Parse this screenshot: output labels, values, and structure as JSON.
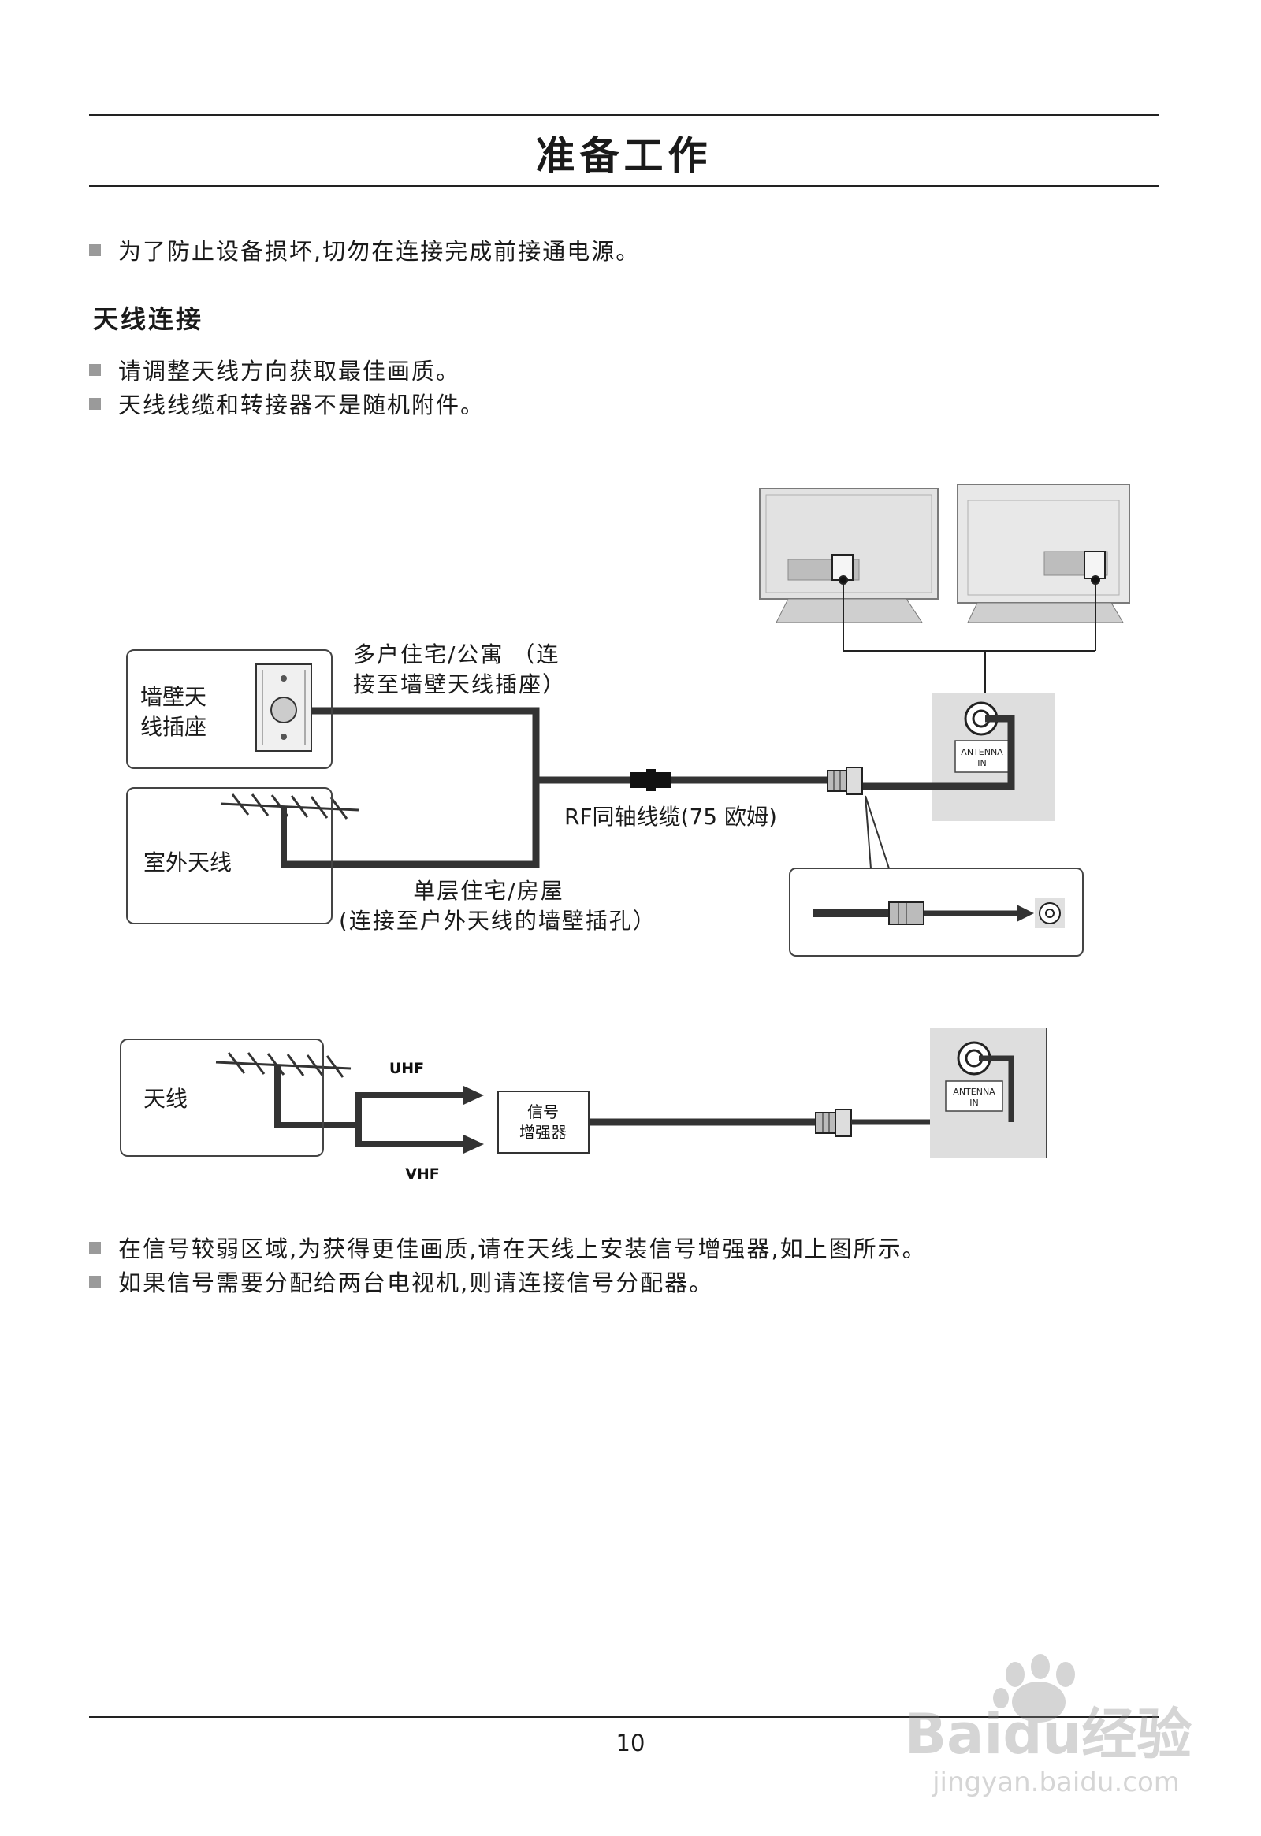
{
  "page": {
    "title": "准备工作",
    "intro_bullet": "为了防止设备损坏,切勿在连接完成前接通电源。",
    "section_heading": "天线连接",
    "section_bullets": [
      "请调整天线方向获取最佳画质。",
      "天线线缆和转接器不是随机附件。"
    ],
    "footer_bullets": [
      "在信号较弱区域,为获得更佳画质,请在天线上安装信号增强器,如上图所示。",
      "如果信号需要分配给两台电视机,则请连接信号分配器。"
    ],
    "page_number": "10"
  },
  "diagram1": {
    "wall_outlet_label_line1": "墙壁天",
    "wall_outlet_label_line2": "线插座",
    "outdoor_antenna_label": "室外天线",
    "apartment_label_line1": "多户住宅/公寓 （连",
    "apartment_label_line2": "接至墙壁天线插座）",
    "house_label_line1": "单层住宅/房屋",
    "house_label_line2": "(连接至户外天线的墙壁插孔）",
    "cable_label": "RF同轴线缆(75 欧姆)",
    "jack_label_line1": "ANTENNA",
    "jack_label_line2": "IN"
  },
  "diagram2": {
    "antenna_label": "天线",
    "uhf_label": "UHF",
    "vhf_label": "VHF",
    "amplifier_label_line1": "信号",
    "amplifier_label_line2": "增强器",
    "jack_label_line1": "ANTENNA",
    "jack_label_line2": "IN"
  },
  "watermark": {
    "brand": "Baidu经验",
    "url": "jingyan.baidu.com"
  }
}
